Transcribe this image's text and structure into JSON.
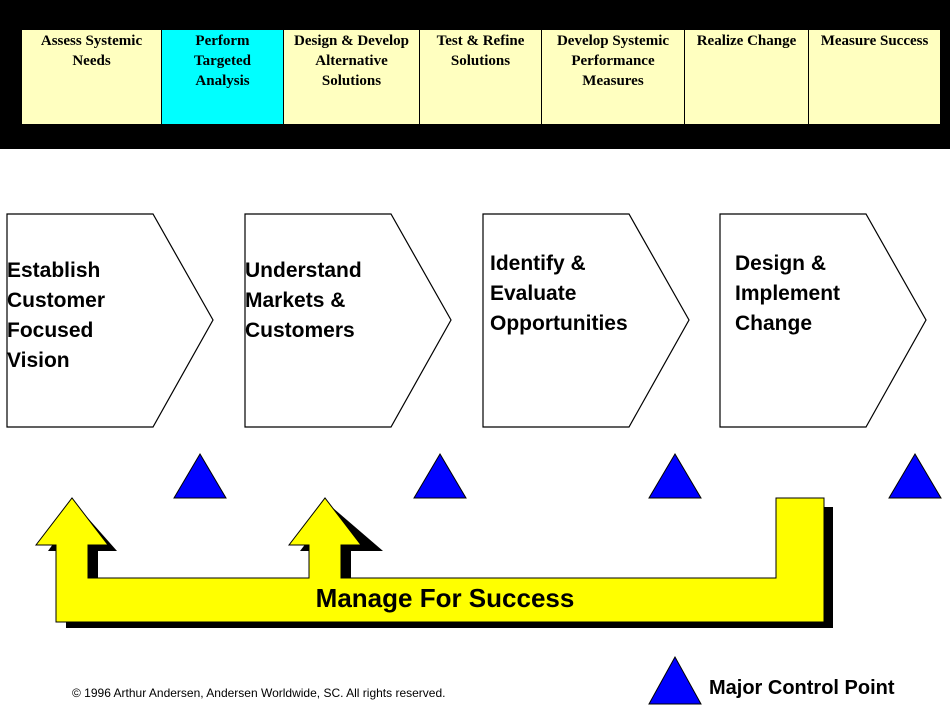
{
  "process_steps": [
    {
      "lines": [
        "Assess Systemic",
        "Needs"
      ],
      "highlighted": false
    },
    {
      "lines": [
        "Perform",
        "Targeted",
        "Analysis"
      ],
      "highlighted": true
    },
    {
      "lines": [
        "Design & Develop",
        "Alternative",
        "Solutions"
      ],
      "highlighted": false
    },
    {
      "lines": [
        "Test & Refine",
        "Solutions"
      ],
      "highlighted": false
    },
    {
      "lines": [
        "Develop Systemic",
        "Performance",
        "Measures"
      ],
      "highlighted": false
    },
    {
      "lines": [
        "Realize Change"
      ],
      "highlighted": false
    },
    {
      "lines": [
        "Measure Success"
      ],
      "highlighted": false
    }
  ],
  "phases": [
    {
      "lines": [
        "Establish",
        "Customer",
        "Focused",
        "Vision"
      ]
    },
    {
      "lines": [
        "Understand",
        "Markets &",
        "Customers"
      ]
    },
    {
      "lines": [
        "Identify &",
        "Evaluate",
        "Opportunities"
      ]
    },
    {
      "lines": [
        "Design &",
        "Implement",
        "Change"
      ]
    }
  ],
  "control_points": 4,
  "manage_label": "Manage For Success",
  "legend": {
    "label": "Major Control Point"
  },
  "copyright": "© 1996 Arthur Andersen, Andersen Worldwide, SC. All rights reserved.",
  "colors": {
    "band": "#000000",
    "step_fill": "#ffffc0",
    "step_highlight": "#00ffff",
    "control_point": "#0000ff",
    "manage_arrow": "#ffff00",
    "phase_fill": "#ffffff"
  }
}
